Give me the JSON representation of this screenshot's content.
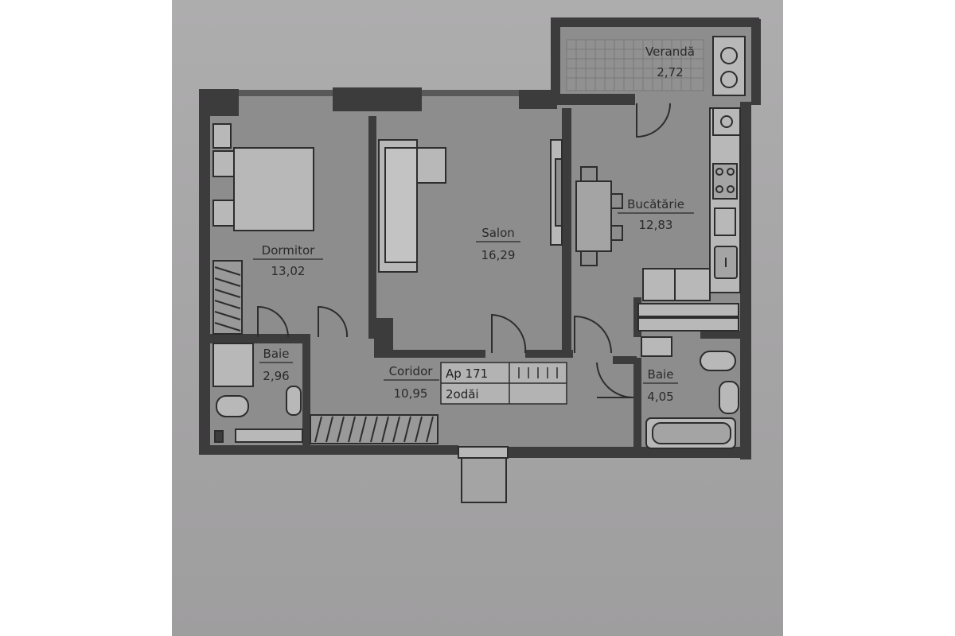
{
  "plan": {
    "rooms": {
      "veranda": {
        "name": "Verandă",
        "area": "2,72"
      },
      "dormitor": {
        "name": "Dormitor",
        "area": "13,02"
      },
      "salon": {
        "name": "Salon",
        "area": "16,29"
      },
      "bucatarie": {
        "name": "Bucătărie",
        "area": "12,83"
      },
      "baie_left": {
        "name": "Baie",
        "area": "2,96"
      },
      "coridor": {
        "name": "Coridor",
        "area": "10,95"
      },
      "baie_right": {
        "name": "Baie",
        "area": "4,05"
      }
    },
    "apartment": {
      "number": "Ap 171",
      "rooms": "2odăi"
    }
  },
  "colors": {
    "paper": "#a7a6a7",
    "floor": "#8e8d8e",
    "wall": "#3a3a3a",
    "fixture": "#b9b8b9",
    "line": "#2d2d2d"
  }
}
